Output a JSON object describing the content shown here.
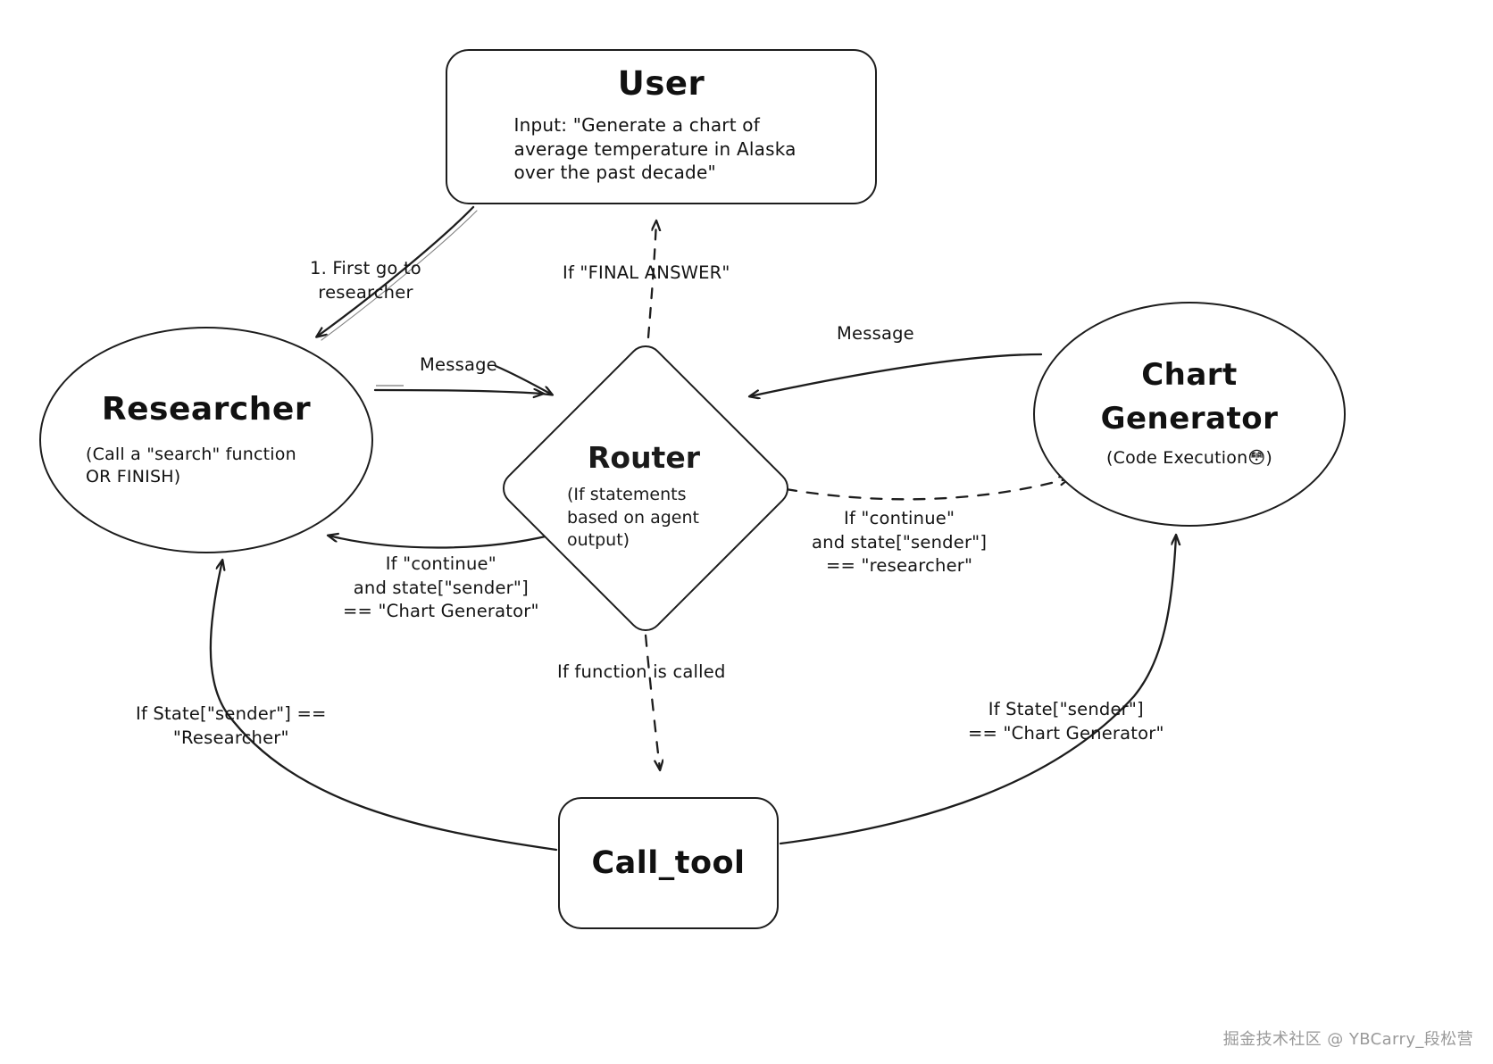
{
  "diagram": {
    "title": "Multi-agent collaboration graph",
    "background": "#ffffff",
    "stroke_color": "#1d1d1d",
    "text_color": "#141414"
  },
  "nodes": {
    "user": {
      "title": "User",
      "subtitle": "Input: \"Generate a chart of average temperature in Alaska over the past decade\"",
      "shape": "rounded-rect"
    },
    "researcher": {
      "title": "Researcher",
      "subtitle": "(Call a \"search\" function OR FINISH)",
      "shape": "ellipse"
    },
    "router": {
      "title": "Router",
      "subtitle": "(If statements based on agent output)",
      "shape": "diamond"
    },
    "chart_generator": {
      "title_line1": "Chart",
      "title_line2": "Generator",
      "subtitle": "(Code Execution😳)",
      "shape": "ellipse"
    },
    "call_tool": {
      "title": "Call_tool",
      "shape": "rounded-rect"
    }
  },
  "edges": [
    {
      "id": "user-to-researcher",
      "from": "user",
      "to": "researcher",
      "style": "solid",
      "label": "1. First go to\nresearcher"
    },
    {
      "id": "router-to-user",
      "from": "router",
      "to": "user",
      "style": "dashed",
      "label": "If \"FINAL ANSWER\""
    },
    {
      "id": "researcher-to-router",
      "from": "researcher",
      "to": "router",
      "style": "solid",
      "label": "Message"
    },
    {
      "id": "chart-to-router",
      "from": "chart_generator",
      "to": "router",
      "style": "solid",
      "label": "Message"
    },
    {
      "id": "router-to-researcher",
      "from": "router",
      "to": "researcher",
      "style": "solid",
      "label": "If \"continue\"\nand state[\"sender\"]\n== \"Chart Generator\""
    },
    {
      "id": "router-to-chart",
      "from": "router",
      "to": "chart_generator",
      "style": "dashed",
      "label": "If \"continue\"\nand state[\"sender\"]\n== \"researcher\""
    },
    {
      "id": "router-to-calltool",
      "from": "router",
      "to": "call_tool",
      "style": "dashed",
      "label": "If function is called"
    },
    {
      "id": "calltool-to-researcher",
      "from": "call_tool",
      "to": "researcher",
      "style": "solid",
      "label": "If State[\"sender\"] ==\n\"Researcher\""
    },
    {
      "id": "calltool-to-chart",
      "from": "call_tool",
      "to": "chart_generator",
      "style": "solid",
      "label": "If State[\"sender\"]\n== \"Chart Generator\""
    }
  ],
  "labels": {
    "first_go_to_researcher": "1. First go to\nresearcher",
    "final_answer": "If \"FINAL ANSWER\"",
    "message_left": "Message",
    "message_right": "Message",
    "continue_chart_generator": "If \"continue\"\nand state[\"sender\"]\n== \"Chart Generator\"",
    "continue_researcher": "If \"continue\"\nand state[\"sender\"]\n== \"researcher\"",
    "function_is_called": "If function is called",
    "state_researcher": "If State[\"sender\"] ==\n\"Researcher\"",
    "state_chart_generator": "If State[\"sender\"]\n== \"Chart Generator\""
  },
  "watermark": "掘金技术社区 @ YBCarry_段松营"
}
